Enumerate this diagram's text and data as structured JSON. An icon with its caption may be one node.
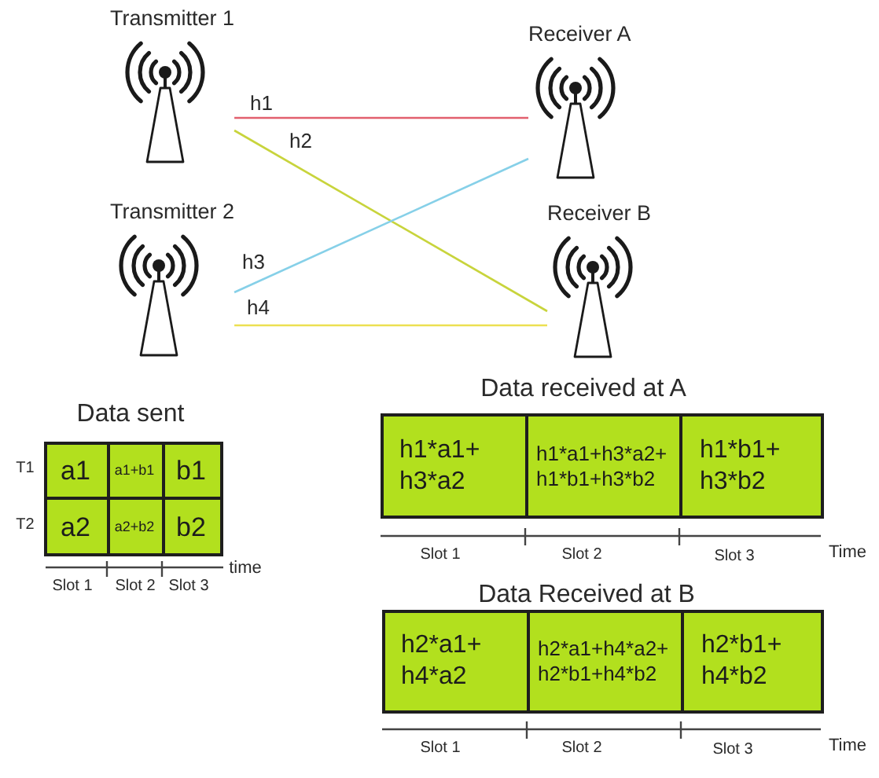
{
  "diagram": {
    "nodes": [
      {
        "text": [
          "Transmitter 1"
        ]
      },
      {
        "text": [
          "Receiver A"
        ]
      },
      {
        "text": [
          "Transmitter 2"
        ]
      },
      {
        "text": [
          "Receiver B"
        ]
      },
      {
        "text": [
          "a1"
        ]
      },
      {
        "text": [
          "a1+b1"
        ]
      },
      {
        "text": [
          "b1"
        ]
      },
      {
        "text": [
          "a2"
        ]
      },
      {
        "text": [
          "a2+b2"
        ]
      },
      {
        "text": [
          "b2"
        ]
      },
      {
        "text": [
          "h1*a1+ h3*a2"
        ]
      },
      {
        "text": [
          "h1*a1+h3*a2+ h1*b1+h3*b2"
        ]
      },
      {
        "text": [
          "h1*b1+ h3*b2"
        ]
      },
      {
        "text": [
          "h2*a1+ h4*a2"
        ]
      },
      {
        "text": [
          "h2*a1+h4*a2+ h2*b1+h4*b2"
        ]
      },
      {
        "text": [
          "h2*b1+ h4*b2"
        ]
      }
    ],
    "edges": [
      {
        "from": 0,
        "to": 1,
        "arrow": "none",
        "label": "h1",
        "color": "#e2606e"
      },
      {
        "from": 0,
        "to": 3,
        "arrow": "none",
        "label": "h2",
        "color": "#c8d43c"
      },
      {
        "from": 2,
        "to": 1,
        "arrow": "none",
        "label": "h3",
        "color": "#86d0e8"
      },
      {
        "from": 2,
        "to": 3,
        "arrow": "none",
        "label": "h4",
        "color": "#ece052"
      }
    ],
    "labels": [
      "Data sent",
      "T1",
      "T2",
      "Slot 1",
      "Slot 2",
      "Slot 3",
      "time",
      "Data received at A",
      "Slot 1",
      "Slot 2",
      "Slot 3",
      "Time",
      "Data Received at B",
      "Slot 1",
      "Slot 2",
      "Slot 3",
      "Time"
    ]
  }
}
